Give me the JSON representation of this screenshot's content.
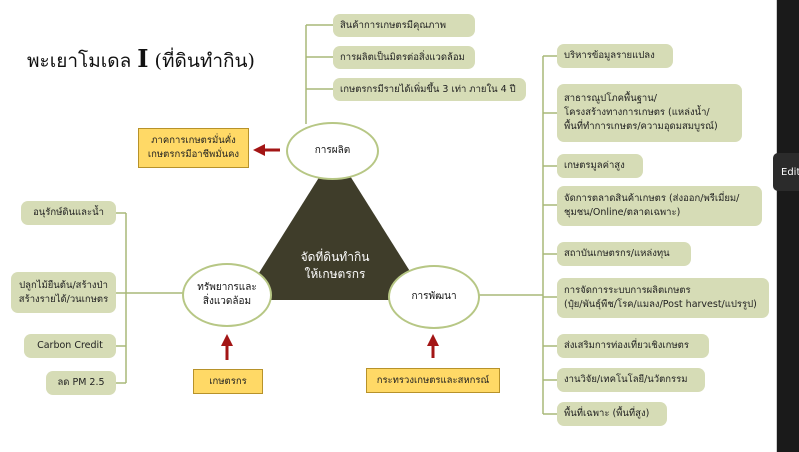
{
  "title": {
    "prefix": "พะเยาโมเดล ",
    "numeral": "I",
    "suffix": " (ที่ดินทำกิน)"
  },
  "center": {
    "line1": "จัดที่ดินทำกิน",
    "line2": "ให้เกษตรกร"
  },
  "production": {
    "label": "การผลิต",
    "items": [
      "สินค้าการเกษตรมีคุณภาพ",
      "การผลิตเป็นมิตรต่อสิ่งแวดล้อม",
      "เกษตรกรมีรายได้เพิ่มขึ้น 3 เท่า ภายใน 4 ปี"
    ],
    "outcome": {
      "line1": "ภาคการเกษตรมั่นคั่ง",
      "line2": "เกษตรกรมีอาชีพมั่นคง"
    }
  },
  "resources": {
    "label_line1": "ทรัพยากรและ",
    "label_line2": "สิ่งแวดล้อม",
    "items": [
      {
        "line1": "อนุรักษ์ดินและน้ำ",
        "line2": ""
      },
      {
        "line1": "ปลูกไม้ยืนต้น/สร้างป่า",
        "line2": "สร้างรายได้/วนเกษตร"
      },
      {
        "line1": "Carbon Credit",
        "line2": ""
      },
      {
        "line1": "ลด PM 2.5",
        "line2": ""
      }
    ],
    "actor": "เกษตรกร"
  },
  "development": {
    "label": "การพัฒนา",
    "items": [
      {
        "lines": [
          "บริหารข้อมูลรายแปลง"
        ]
      },
      {
        "lines": [
          "สาธารณูปโภคพื้นฐาน/",
          "โครงสร้างทางการเกษตร (แหล่งน้ำ/",
          "พื้นที่ทำการเกษตร/ความอุดมสมบูรณ์)"
        ]
      },
      {
        "lines": [
          "เกษตรมูลค่าสูง"
        ]
      },
      {
        "lines": [
          "จัดการตลาดสินค้าเกษตร (ส่งออก/พรีเมี่ยม/",
          "ชุมชน/Online/ตลาดเฉพาะ)"
        ]
      },
      {
        "lines": [
          "สถาบันเกษตรกร/แหล่งทุน"
        ]
      },
      {
        "lines": [
          "การจัดการระบบการผลิตเกษตร",
          "(ปุ๋ย/พันธุ์พืช/โรค/แมลง/Post harvest/แปรรูป)"
        ]
      },
      {
        "lines": [
          "ส่งเสริมการท่องเที่ยวเชิงเกษตร"
        ]
      },
      {
        "lines": [
          "งานวิจัย/เทคโนโลยี/นวัตกรรม"
        ]
      },
      {
        "lines": [
          "พื้นที่เฉพาะ (พื้นที่สูง)"
        ]
      }
    ],
    "actor": "กระทรวงเกษตรและสหกรณ์"
  },
  "edit_tab": "Edit",
  "colors": {
    "box_fill": "#d6dcb6",
    "connector": "#a8b878",
    "triangle": "#3f3d2a",
    "outcome_fill": "#ffd966",
    "arrow": "#a31515"
  }
}
